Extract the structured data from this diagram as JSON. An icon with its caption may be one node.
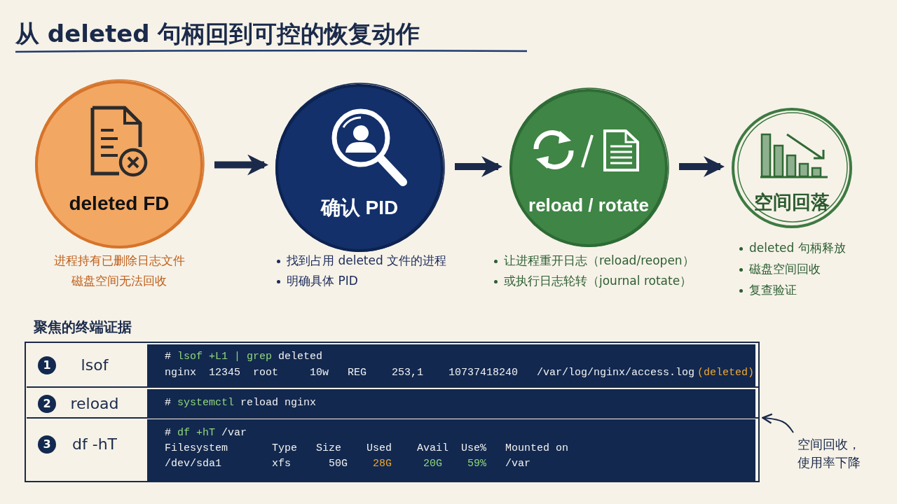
{
  "diagram": {
    "title": "从 deleted 句柄回到可控的恢复动作",
    "nodes": [
      {
        "text": [
          "deleted FD"
        ],
        "beside": [
          "进程持有已删除日志文件",
          "磁盘空间无法回收"
        ]
      },
      {
        "text": [
          "确认 PID"
        ],
        "beside": [
          "找到占用 deleted 文件的进程",
          "明确具体 PID"
        ]
      },
      {
        "text": [
          "reload / rotate"
        ],
        "beside": [
          "让进程重开日志（reload/reopen）",
          "或执行日志轮转（journal rotate）"
        ]
      },
      {
        "text": [
          "空间回落"
        ],
        "beside": [
          "deleted 句柄释放",
          "磁盘空间回收",
          "复查验证"
        ]
      },
      {
        "text": [],
        "shape": "box",
        "beside": [
          "聚焦的终端证据"
        ]
      },
      {
        "text": [
          "空间回收，使用率下降"
        ]
      }
    ],
    "edges": [
      {
        "from": 0,
        "to": 1,
        "arrow": "to"
      },
      {
        "from": 1,
        "to": 2,
        "arrow": "to"
      },
      {
        "from": 2,
        "to": 3,
        "arrow": "to"
      },
      {
        "from": 5,
        "to": 4,
        "arrow": "to"
      }
    ],
    "labels": [
      "1",
      "lsof",
      "#",
      "lsof +L1 | grep",
      "deleted",
      "nginx",
      "12345",
      "root",
      "10w",
      "REG",
      "253,1",
      "10737418240",
      "/var/log/nginx/access.log",
      "(deleted)",
      "2",
      "reload",
      "#",
      "systemctl",
      "reload nginx",
      "3",
      "df -hT",
      "#",
      "df +hT",
      "/var",
      "Filesystem",
      "Type",
      "Size",
      "Used",
      "Avail",
      "Use%",
      "Mounted on",
      "/dev/sda1",
      "xfs",
      "50G",
      "28G",
      "20G",
      "59%",
      "/var"
    ]
  }
}
